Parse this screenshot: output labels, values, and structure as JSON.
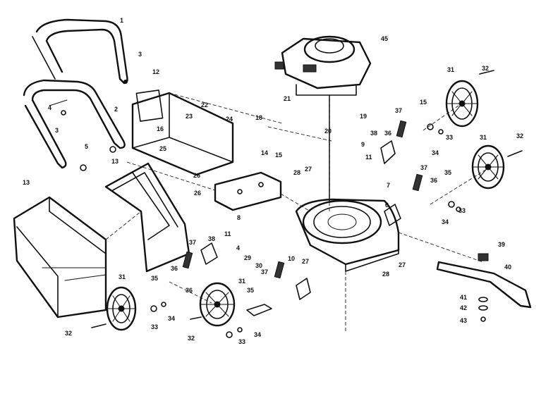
{
  "callouts": [
    {
      "text": "1"
    },
    {
      "text": "2"
    },
    {
      "text": "3"
    },
    {
      "text": "3"
    },
    {
      "text": "4"
    },
    {
      "text": "5"
    },
    {
      "text": "45"
    },
    {
      "text": "12"
    },
    {
      "text": "13"
    },
    {
      "text": "13"
    },
    {
      "text": "31"
    },
    {
      "text": "32"
    },
    {
      "text": "15"
    },
    {
      "text": "33"
    },
    {
      "text": "34"
    },
    {
      "text": "31"
    },
    {
      "text": "32"
    },
    {
      "text": "37"
    },
    {
      "text": "36"
    },
    {
      "text": "38"
    },
    {
      "text": "37"
    },
    {
      "text": "35"
    },
    {
      "text": "36"
    },
    {
      "text": "33"
    },
    {
      "text": "34"
    },
    {
      "text": "39"
    },
    {
      "text": "40"
    },
    {
      "text": "41"
    },
    {
      "text": "42"
    },
    {
      "text": "43"
    },
    {
      "text": "21"
    },
    {
      "text": "18"
    },
    {
      "text": "20"
    },
    {
      "text": "19"
    },
    {
      "text": "9"
    },
    {
      "text": "11"
    },
    {
      "text": "7"
    },
    {
      "text": "6"
    },
    {
      "text": "22"
    },
    {
      "text": "23"
    },
    {
      "text": "24"
    },
    {
      "text": "25"
    },
    {
      "text": "26"
    },
    {
      "text": "14"
    },
    {
      "text": "15"
    },
    {
      "text": "28"
    },
    {
      "text": "27"
    },
    {
      "text": "8"
    },
    {
      "text": "11"
    },
    {
      "text": "4"
    },
    {
      "text": "29"
    },
    {
      "text": "30"
    },
    {
      "text": "10"
    },
    {
      "text": "37"
    },
    {
      "text": "27"
    },
    {
      "text": "28"
    },
    {
      "text": "27"
    },
    {
      "text": "38"
    },
    {
      "text": "37"
    },
    {
      "text": "36"
    },
    {
      "text": "35"
    },
    {
      "text": "36"
    },
    {
      "text": "34"
    },
    {
      "text": "33"
    },
    {
      "text": "31"
    },
    {
      "text": "35"
    },
    {
      "text": "34"
    },
    {
      "text": "33"
    },
    {
      "text": "32"
    },
    {
      "text": "32"
    },
    {
      "text": "31"
    },
    {
      "text": "26"
    },
    {
      "text": "16"
    }
  ]
}
